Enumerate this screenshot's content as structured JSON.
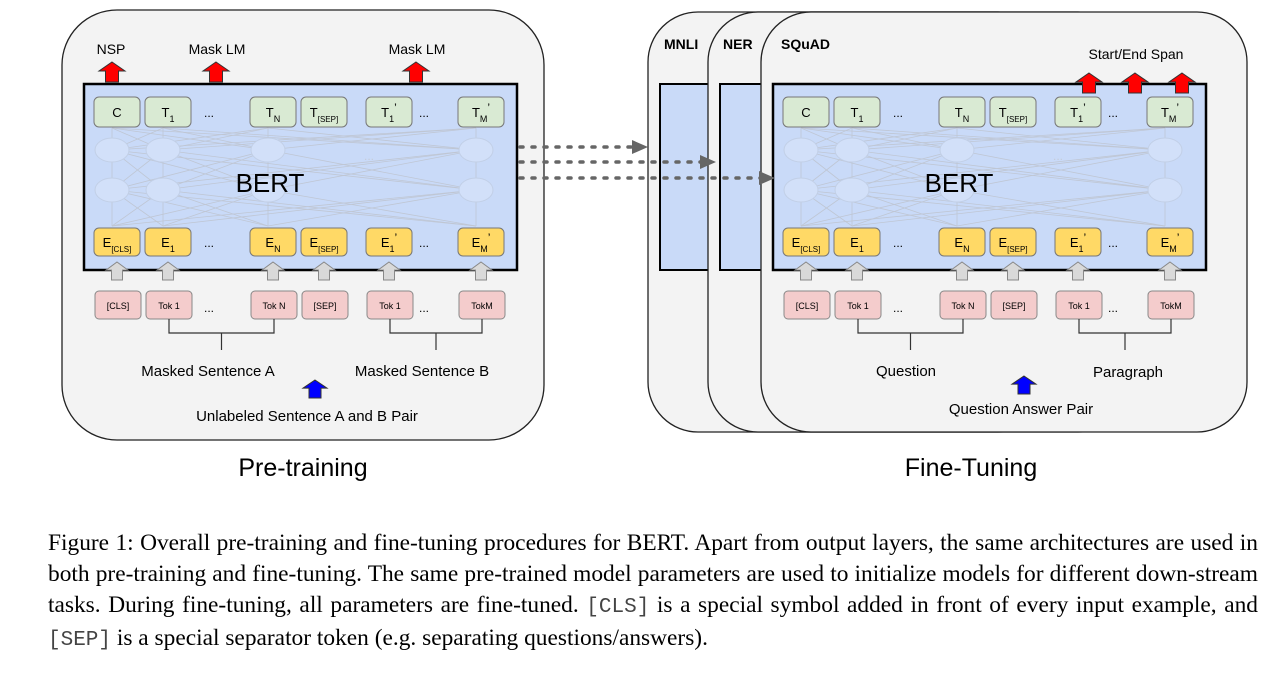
{
  "pretrain": {
    "title": "Pre-training",
    "top_labels": {
      "nsp": "NSP",
      "mask_lm_1": "Mask LM",
      "mask_lm_2": "Mask LM"
    },
    "model_name": "BERT",
    "outputs": [
      {
        "main": "C",
        "sub": "",
        "prime": ""
      },
      {
        "main": "T",
        "sub": "1",
        "prime": ""
      },
      {
        "main": "T",
        "sub": "N",
        "prime": ""
      },
      {
        "main": "T",
        "sub": "[SEP]",
        "prime": ""
      },
      {
        "main": "T",
        "sub": "1",
        "prime": "’"
      },
      {
        "main": "T",
        "sub": "M",
        "prime": "’"
      }
    ],
    "embeddings": [
      {
        "main": "E",
        "sub": "[CLS]",
        "prime": ""
      },
      {
        "main": "E",
        "sub": "1",
        "prime": ""
      },
      {
        "main": "E",
        "sub": "N",
        "prime": ""
      },
      {
        "main": "E",
        "sub": "[SEP]",
        "prime": ""
      },
      {
        "main": "E",
        "sub": "1",
        "prime": "’"
      },
      {
        "main": "E",
        "sub": "M",
        "prime": "’"
      }
    ],
    "tokens": [
      "[CLS]",
      "Tok 1",
      "Tok N",
      "[SEP]",
      "Tok 1",
      "TokM"
    ],
    "ellipsis": "...",
    "sentence_a": "Masked Sentence A",
    "sentence_b": "Masked Sentence B",
    "pair_label": "Unlabeled Sentence A and B Pair"
  },
  "finetune": {
    "title": "Fine-Tuning",
    "task_tabs": [
      "MNLI",
      "NER",
      "SQuAD"
    ],
    "top_label": "Start/End Span",
    "model_name": "BERT",
    "outputs": [
      {
        "main": "C",
        "sub": "",
        "prime": ""
      },
      {
        "main": "T",
        "sub": "1",
        "prime": ""
      },
      {
        "main": "T",
        "sub": "N",
        "prime": ""
      },
      {
        "main": "T",
        "sub": "[SEP]",
        "prime": ""
      },
      {
        "main": "T",
        "sub": "1",
        "prime": "’"
      },
      {
        "main": "T",
        "sub": "M",
        "prime": "’"
      }
    ],
    "embeddings": [
      {
        "main": "E",
        "sub": "[CLS]",
        "prime": ""
      },
      {
        "main": "E",
        "sub": "1",
        "prime": ""
      },
      {
        "main": "E",
        "sub": "N",
        "prime": ""
      },
      {
        "main": "E",
        "sub": "[SEP]",
        "prime": ""
      },
      {
        "main": "E",
        "sub": "1",
        "prime": "’"
      },
      {
        "main": "E",
        "sub": "M",
        "prime": "’"
      }
    ],
    "tokens": [
      "[CLS]",
      "Tok 1",
      "Tok N",
      "[SEP]",
      "Tok 1",
      "TokM"
    ],
    "ellipsis": "...",
    "sentence_a": "Question",
    "sentence_b": "Paragraph",
    "pair_label": "Question Answer Pair"
  },
  "caption": {
    "part1": "Figure 1: Overall pre-training and fine-tuning procedures for BERT. Apart from output layers, the same architectures are used in both pre-training and fine-tuning. The same pre-trained model parameters are used to initialize models for different down-stream tasks. During fine-tuning, all parameters are fine-tuned. ",
    "code_cls": "[CLS]",
    "part2": " is a special symbol added in front of every input example, and ",
    "code_sep": "[SEP]",
    "part3": " is a special separator token (e.g. separating questions/answers)."
  },
  "colors": {
    "panel_bg": "#f3f3f3",
    "bert_bg": "#c9daf8",
    "output_box": "#d9ead3",
    "embedding_box": "#ffd966",
    "token_box": "#f4cccc",
    "red_arrow": "#ff0000",
    "blue_arrow": "#0000ff",
    "up_arrow_grey": "#d9d9d9"
  }
}
